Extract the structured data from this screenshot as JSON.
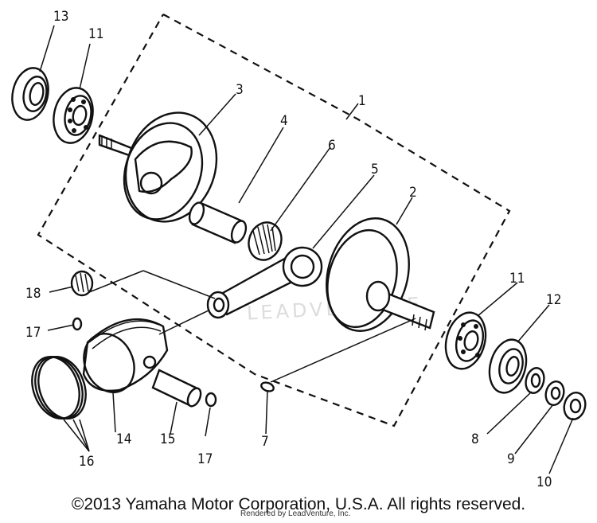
{
  "labels": {
    "p1": "1",
    "p2": "2",
    "p3": "3",
    "p4": "4",
    "p5": "5",
    "p6": "6",
    "p7": "7",
    "p8": "8",
    "p9": "9",
    "p10": "10",
    "p11a": "11",
    "p11b": "11",
    "p12": "12",
    "p13": "13",
    "p14": "14",
    "p15": "15",
    "p16": "16",
    "p17a": "17",
    "p17b": "17",
    "p18": "18"
  },
  "footer": {
    "copyright": "©2013 Yamaha Motor Corporation, U.S.A. All rights reserved.",
    "rendered_by": "Rendered by LeadVenture, Inc."
  },
  "watermark": "LEADVENTURE"
}
